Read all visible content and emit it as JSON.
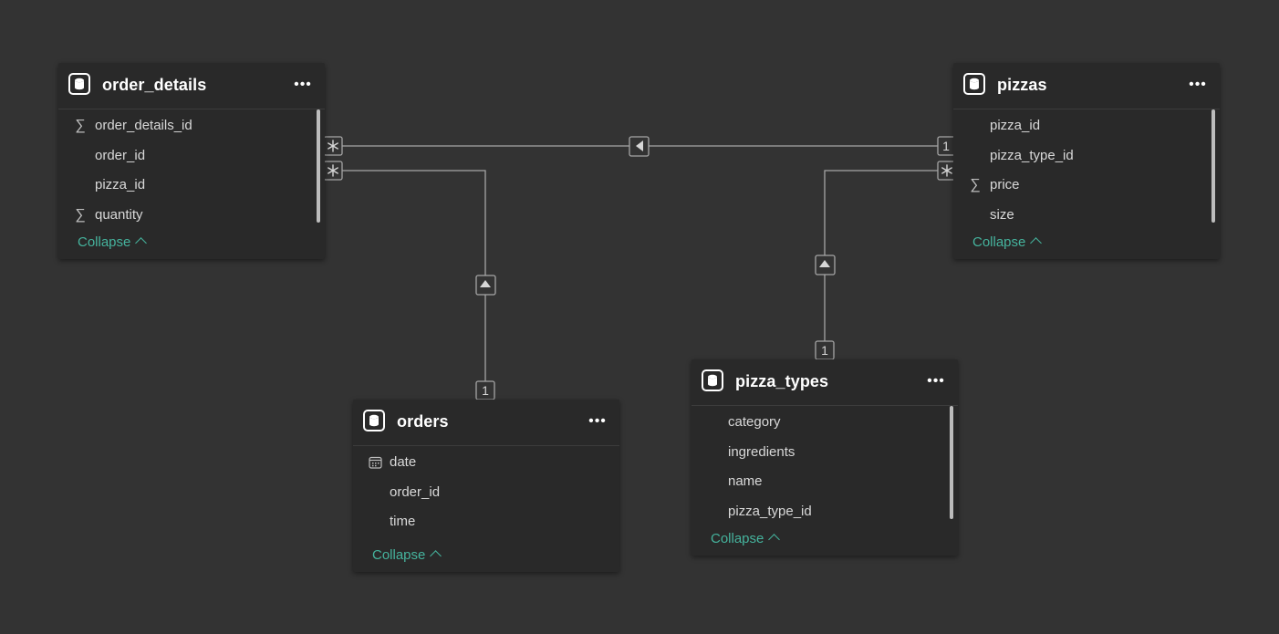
{
  "tables": {
    "order_details": {
      "title": "order_details",
      "fields": [
        {
          "name": "order_details_id",
          "icon": "sigma-icon"
        },
        {
          "name": "order_id",
          "icon": ""
        },
        {
          "name": "pizza_id",
          "icon": ""
        },
        {
          "name": "quantity",
          "icon": "sigma-icon"
        }
      ],
      "collapse_label": "Collapse"
    },
    "pizzas": {
      "title": "pizzas",
      "fields": [
        {
          "name": "pizza_id",
          "icon": ""
        },
        {
          "name": "pizza_type_id",
          "icon": ""
        },
        {
          "name": "price",
          "icon": "sigma-icon"
        },
        {
          "name": "size",
          "icon": ""
        }
      ],
      "collapse_label": "Collapse"
    },
    "orders": {
      "title": "orders",
      "fields": [
        {
          "name": "date",
          "icon": "calendar-icon"
        },
        {
          "name": "order_id",
          "icon": ""
        },
        {
          "name": "time",
          "icon": ""
        }
      ],
      "collapse_label": "Collapse"
    },
    "pizza_types": {
      "title": "pizza_types",
      "fields": [
        {
          "name": "category",
          "icon": ""
        },
        {
          "name": "ingredients",
          "icon": ""
        },
        {
          "name": "name",
          "icon": ""
        },
        {
          "name": "pizza_type_id",
          "icon": ""
        }
      ],
      "collapse_label": "Collapse"
    }
  },
  "relationships": [
    {
      "from": "order_details",
      "to": "pizzas",
      "from_cardinality": "*",
      "to_cardinality": "1",
      "filter_direction": "left"
    },
    {
      "from": "order_details",
      "to": "orders",
      "from_cardinality": "*",
      "to_cardinality": "1",
      "filter_direction": "up"
    },
    {
      "from": "pizzas",
      "to": "pizza_types",
      "from_cardinality": "*",
      "to_cardinality": "1",
      "filter_direction": "up"
    }
  ],
  "colors": {
    "background": "#333333",
    "card": "#292929",
    "accent": "#45b39d",
    "line": "#a6a6a6"
  }
}
